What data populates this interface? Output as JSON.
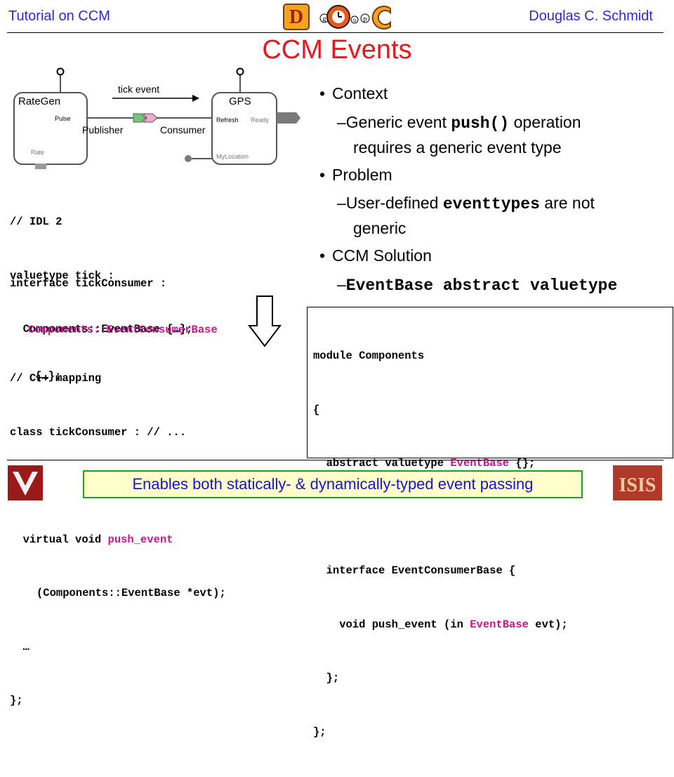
{
  "header": {
    "left": "Tutorial on CCM",
    "right": "Douglas C. Schmidt",
    "logo_letters": "DOC group"
  },
  "title": "CCM Events",
  "diagram": {
    "ratgen_label": "RateGen",
    "pulse_label": "Pulse",
    "rate_label": "Rate",
    "gps_label": "GPS",
    "refresh_label": "Refresh",
    "ready_label": "Ready",
    "mylocation_label": "MyLocation",
    "tick_event_label": "tick event",
    "publisher_label": "Publisher",
    "consumer_label": "Consumer"
  },
  "idl_code": {
    "l1": "// IDL 2",
    "l2": "valuetype tick :",
    "l3": "  Components::EventBase {…};",
    "l4": "interface tickConsumer :",
    "l5": "Components::EventConsumerBase",
    "l6": "{…};"
  },
  "cpp_code": {
    "l1": "// C++ mapping",
    "l2": "class tickConsumer : // ...",
    "l3": "{",
    "l4a": "  virtual void ",
    "l4b": "push_event",
    "l5": "(Components::EventBase *evt);",
    "l6": "  …",
    "l7": "};"
  },
  "bullets": {
    "context": "Context",
    "context_sub_a": "Generic event ",
    "context_sub_mono": "push()",
    "context_sub_b": " operation",
    "context_sub_c": "requires a generic event type",
    "problem": "Problem",
    "problem_sub_a": "User-defined ",
    "problem_sub_mono": "eventtypes",
    "problem_sub_b": " are not",
    "problem_sub_c": "generic",
    "solution": "CCM Solution",
    "solution_sub_mono": "EventBase abstract valuetype"
  },
  "module_code": {
    "l1": "module Components",
    "l2": "{",
    "l3a": "  abstract valuetype ",
    "l3b": "EventBase",
    "l3c": " {};",
    "l4": "  interface EventConsumerBase {",
    "l5a": "    void push_event (in ",
    "l5b": "EventBase",
    "l5c": " evt);",
    "l6": "  };",
    "l7": "};"
  },
  "footer": {
    "text": "Enables both statically- & dynamically-typed event passing"
  },
  "colors": {
    "header_blue": "#2a2ad8",
    "title_red": "#e8171f",
    "pink_code": "#c8168c",
    "footer_bg": "#ffffcc",
    "footer_border": "#16a816"
  }
}
